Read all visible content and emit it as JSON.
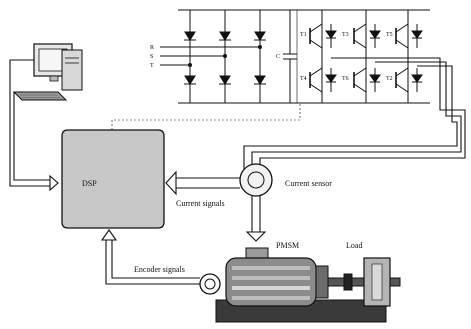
{
  "diagram": {
    "inputs": [
      "R",
      "S",
      "T"
    ],
    "capacitor_label": "C",
    "switches": [
      "T1",
      "T3",
      "T5",
      "T4",
      "T6",
      "T2"
    ],
    "dsp_label": "DSP",
    "current_sensor_label": "Current sensor",
    "current_signals_label": "Current signals",
    "encoder_signals_label": "Encoder signals",
    "motor_label": "PMSM",
    "load_label": "Load"
  },
  "colors": {
    "line": "#111111",
    "dsp_fill": "#c8c8c8",
    "motor_body": "#8c8c8c",
    "base": "#3a3a3a"
  }
}
